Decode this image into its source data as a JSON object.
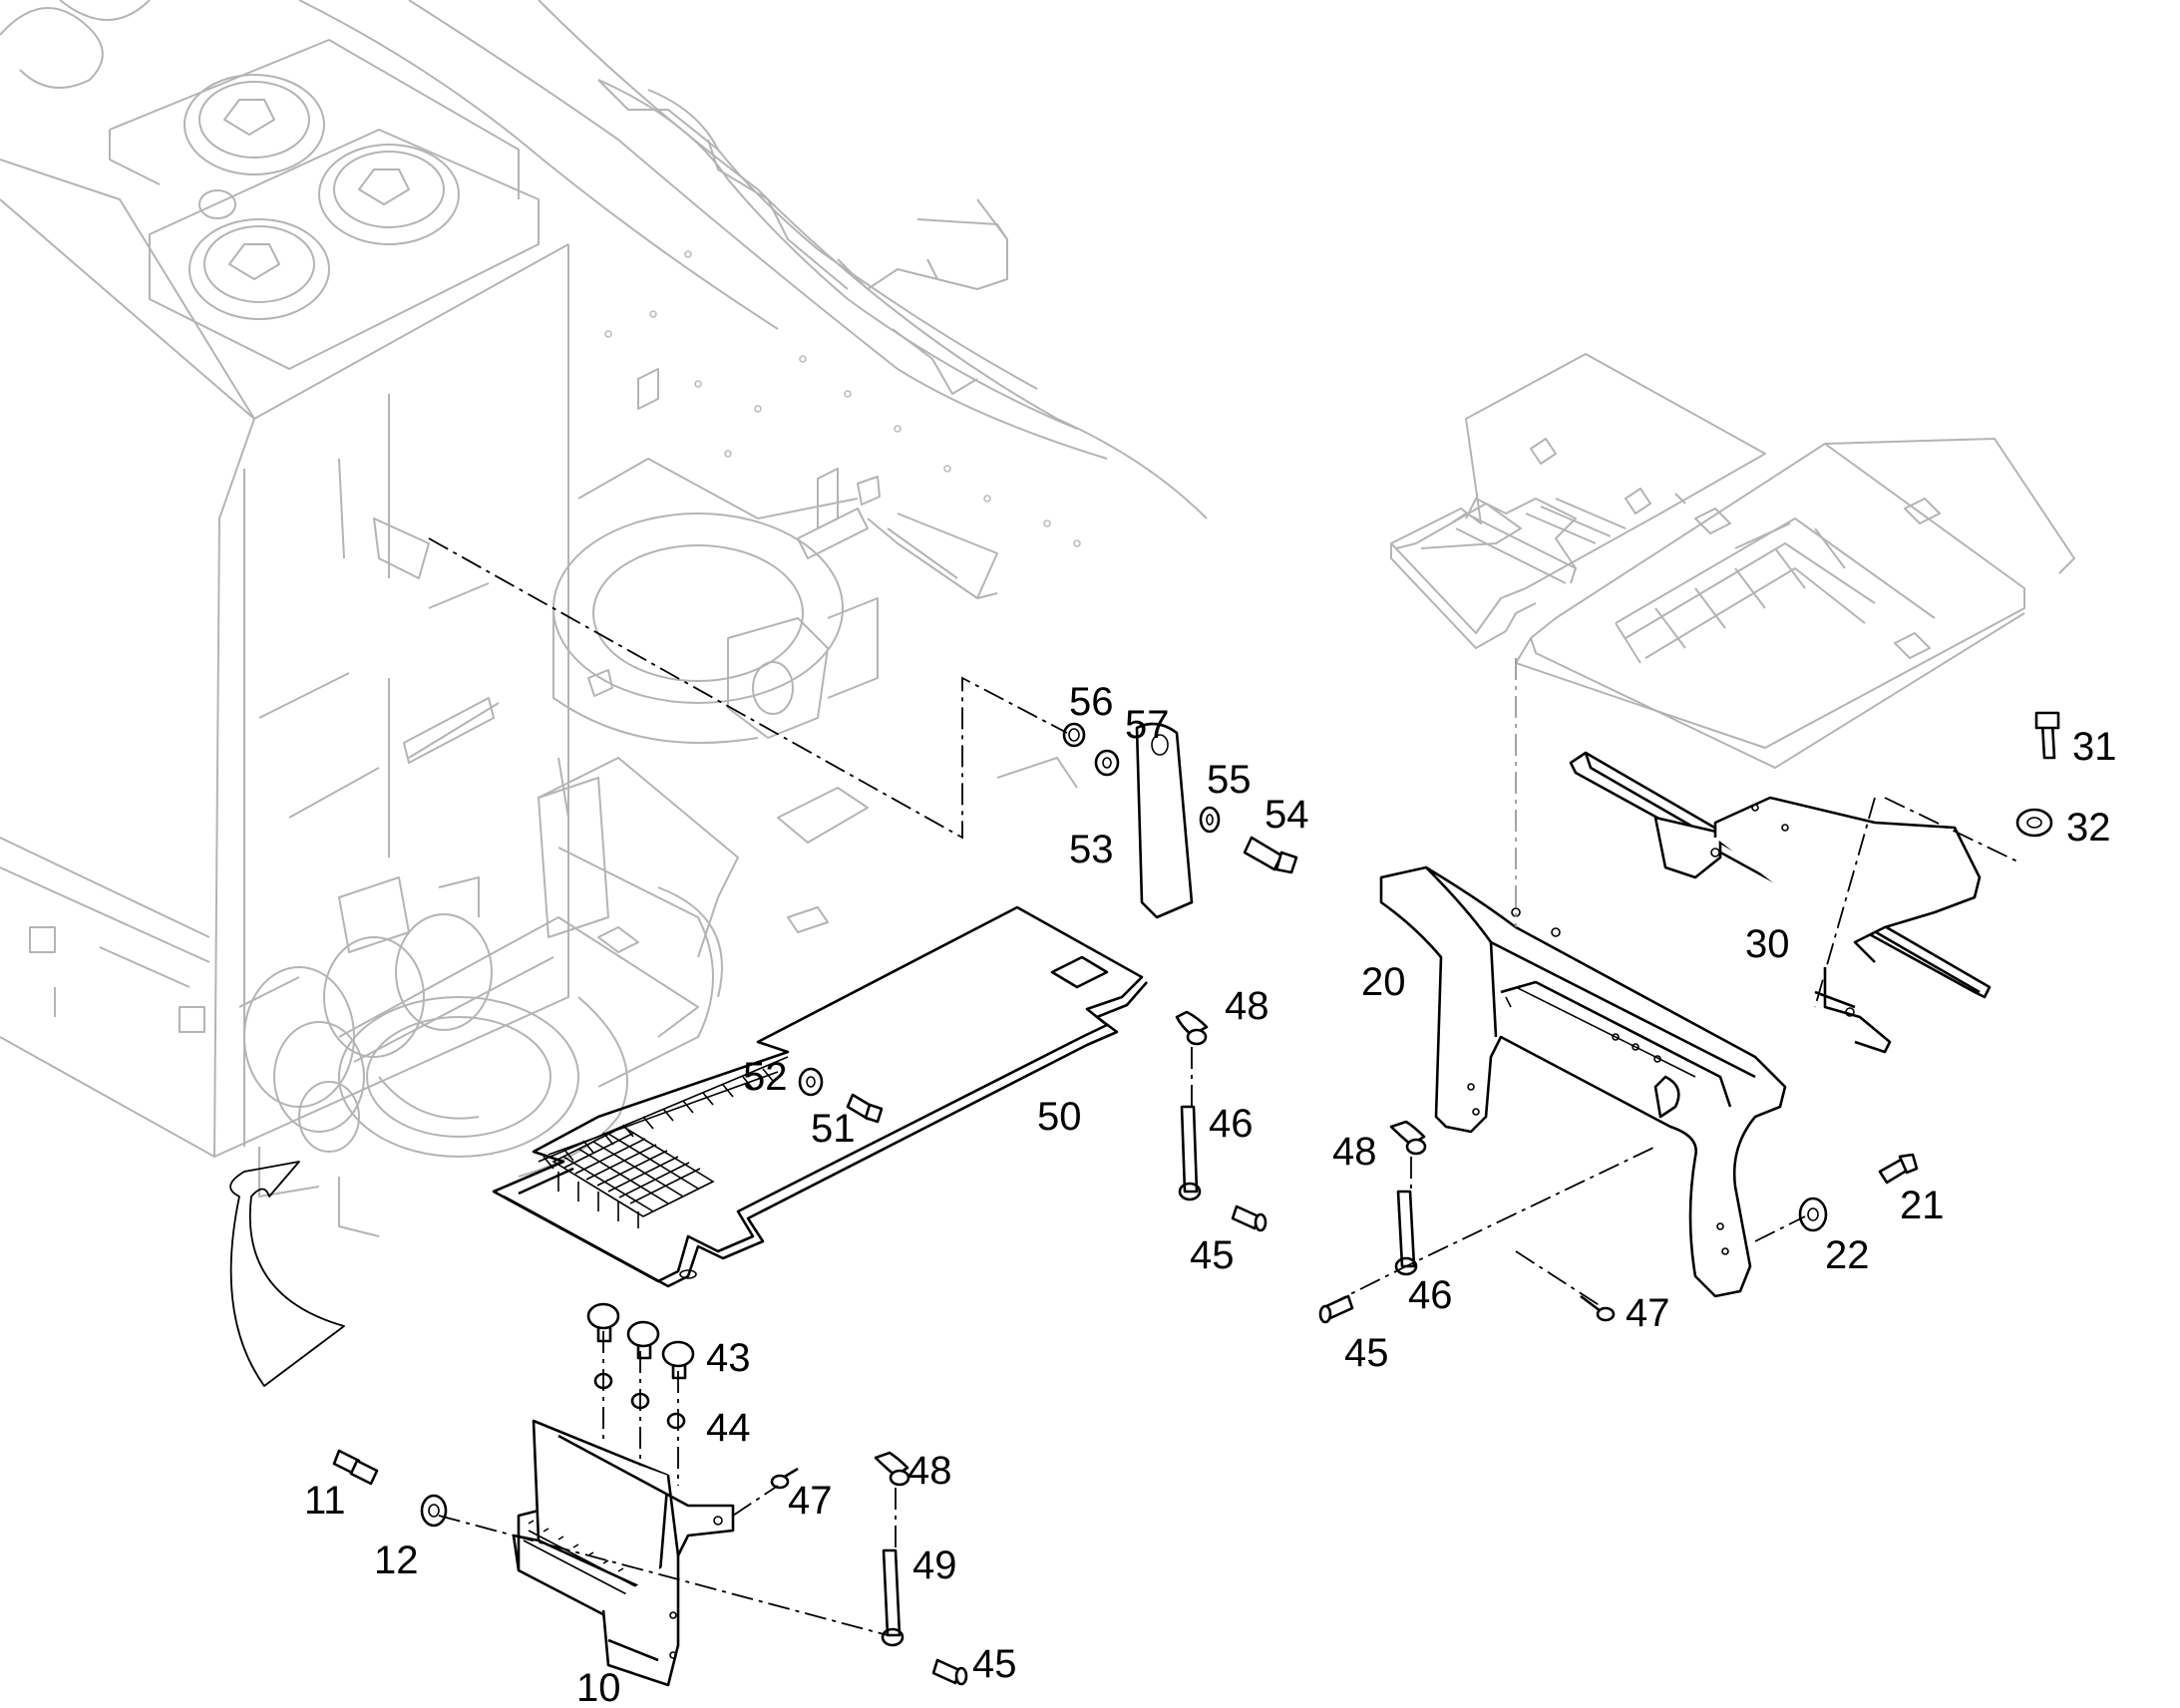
{
  "diagram": {
    "parts": [
      {
        "id": "p10",
        "number": "10"
      },
      {
        "id": "p11",
        "number": "11"
      },
      {
        "id": "p12",
        "number": "12"
      },
      {
        "id": "p20",
        "number": "20"
      },
      {
        "id": "p21",
        "number": "21"
      },
      {
        "id": "p22",
        "number": "22"
      },
      {
        "id": "p30",
        "number": "30"
      },
      {
        "id": "p31",
        "number": "31"
      },
      {
        "id": "p32",
        "number": "32"
      },
      {
        "id": "p43",
        "number": "43"
      },
      {
        "id": "p44",
        "number": "44"
      },
      {
        "id": "p45a",
        "number": "45"
      },
      {
        "id": "p45b",
        "number": "45"
      },
      {
        "id": "p45c",
        "number": "45"
      },
      {
        "id": "p46a",
        "number": "46"
      },
      {
        "id": "p46b",
        "number": "46"
      },
      {
        "id": "p47a",
        "number": "47"
      },
      {
        "id": "p47b",
        "number": "47"
      },
      {
        "id": "p48a",
        "number": "48"
      },
      {
        "id": "p48b",
        "number": "48"
      },
      {
        "id": "p48c",
        "number": "48"
      },
      {
        "id": "p49",
        "number": "49"
      },
      {
        "id": "p50",
        "number": "50"
      },
      {
        "id": "p51",
        "number": "51"
      },
      {
        "id": "p52",
        "number": "52"
      },
      {
        "id": "p53",
        "number": "53"
      },
      {
        "id": "p54",
        "number": "54"
      },
      {
        "id": "p55",
        "number": "55"
      },
      {
        "id": "p56",
        "number": "56"
      },
      {
        "id": "p57",
        "number": "57"
      }
    ]
  }
}
